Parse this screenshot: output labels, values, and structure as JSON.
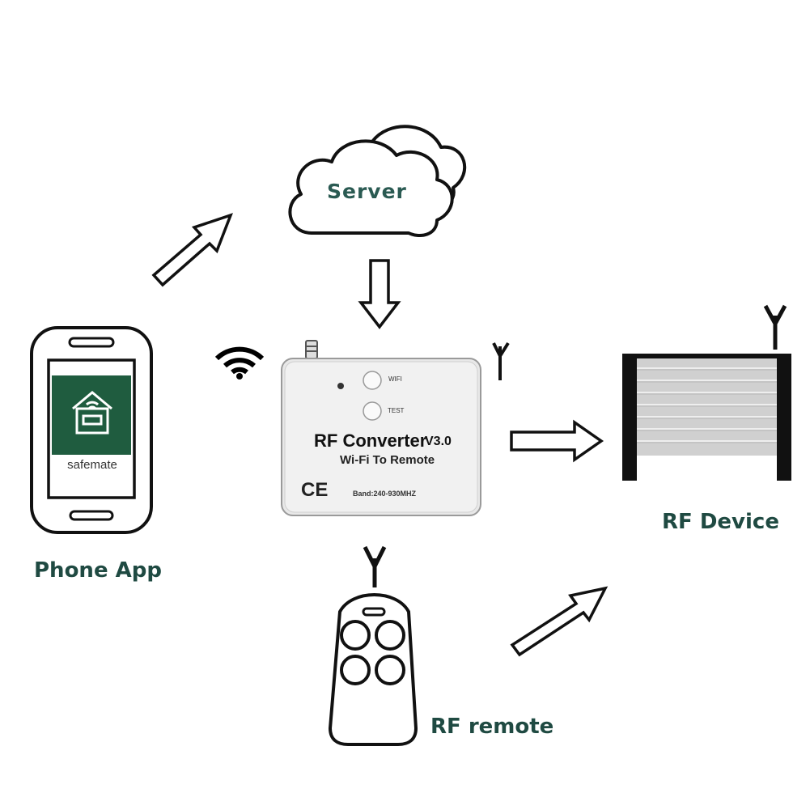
{
  "labels": {
    "server": "Server",
    "phone_app": "Phone App",
    "rf_device": "RF Device",
    "rf_remote": "RF remote"
  },
  "phone": {
    "app_name": "safemate",
    "app_color": "#1f5c3f"
  },
  "converter": {
    "title": "RF Converter",
    "version": "V3.0",
    "subtitle": "Wi-Fi To Remote",
    "band": "Band:240-930MHZ",
    "wifi_button": "WIFI",
    "test_button": "TEST",
    "certification": "CE"
  },
  "colors": {
    "label_text": "#1f4a42",
    "outline": "#111111",
    "converter_body": "#eeeeee",
    "shutter_slat": "#cfcfcf"
  }
}
